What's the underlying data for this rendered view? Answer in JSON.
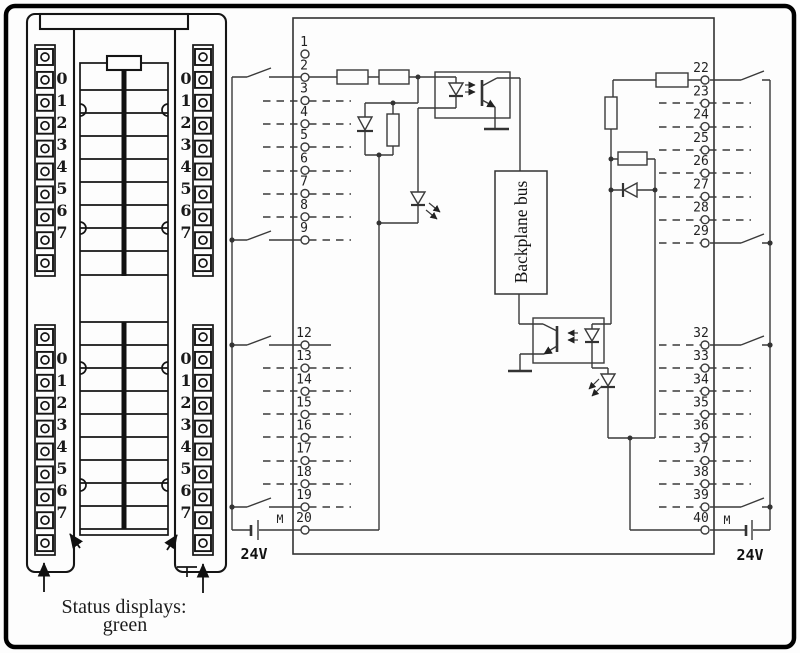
{
  "module_front": {
    "led_labels": [
      "0",
      "1",
      "2",
      "3",
      "4",
      "5",
      "6",
      "7"
    ],
    "status_caption_line1": "Status displays:",
    "status_caption_line2": "green"
  },
  "schematic": {
    "backplane_bus_label": "Backplane bus",
    "terminal_groups": [
      {
        "name": "upper-left",
        "labels": [
          "1",
          "2",
          "3",
          "4",
          "5",
          "6",
          "7",
          "8",
          "9"
        ]
      },
      {
        "name": "lower-left",
        "labels": [
          "12",
          "13",
          "14",
          "15",
          "16",
          "17",
          "18",
          "19",
          "20"
        ]
      },
      {
        "name": "upper-right",
        "labels": [
          "22",
          "23",
          "24",
          "25",
          "26",
          "27",
          "28",
          "29"
        ]
      },
      {
        "name": "lower-right",
        "labels": [
          "32",
          "33",
          "34",
          "35",
          "36",
          "37",
          "38",
          "39",
          "40"
        ]
      }
    ],
    "left_supply": {
      "m_label": "M",
      "voltage_label": "24V"
    },
    "right_supply": {
      "m_label": "M",
      "voltage_label": "24V"
    }
  },
  "colors": {
    "ink": "#111111",
    "line": "#3a3a3a",
    "background": "#fdfdfd"
  }
}
